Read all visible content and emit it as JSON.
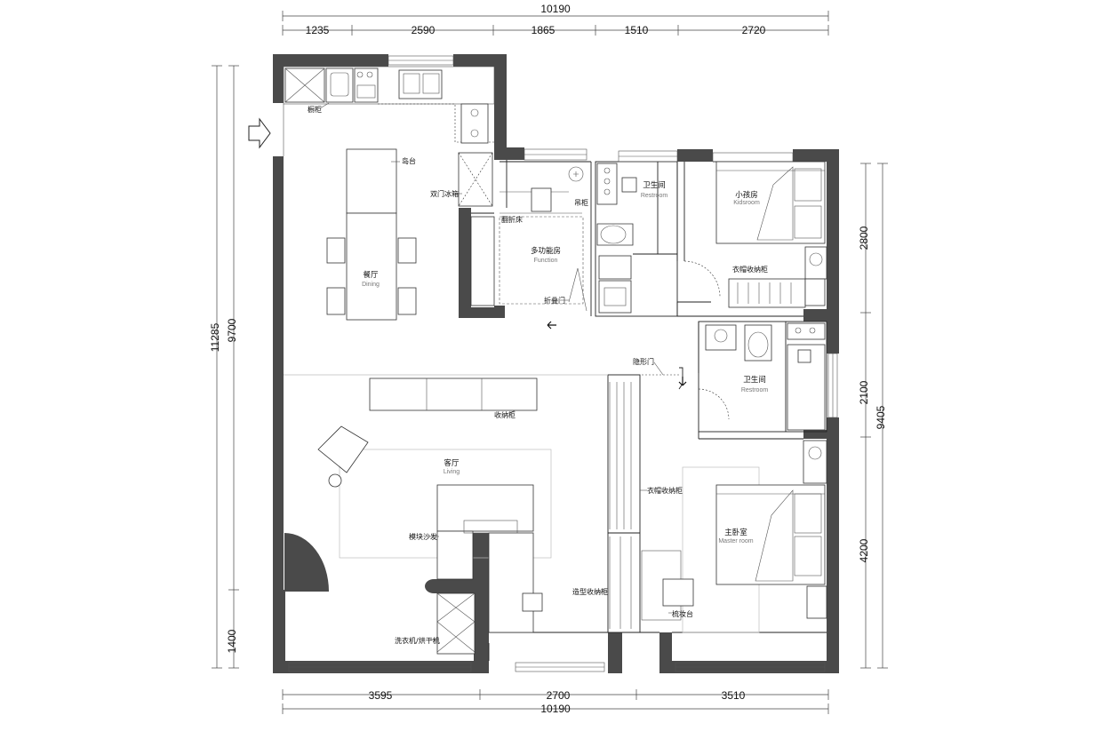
{
  "dimensions": {
    "top_total": "10190",
    "top_segments": [
      "1235",
      "2590",
      "1865",
      "1510",
      "2720"
    ],
    "bottom_segments": [
      "3595",
      "2700",
      "3510"
    ],
    "bottom_total": "10190",
    "left_outer": "11285",
    "left_inner": "9700",
    "left_bottom": "1400",
    "right_segments": [
      "2800",
      "2100",
      "4200"
    ],
    "right_total": "9405"
  },
  "rooms": {
    "dining": {
      "cn": "餐厅",
      "en": "Dining"
    },
    "function_room": {
      "cn": "多功能房",
      "en": "Function"
    },
    "restroom_top": {
      "cn": "卫生间",
      "en": "Restroom"
    },
    "kids_room": {
      "cn": "小孩房",
      "en": "Kidsroom"
    },
    "restroom_master": {
      "cn": "卫生间",
      "en": "Restroom"
    },
    "living": {
      "cn": "客厅",
      "en": "Living"
    },
    "master_room": {
      "cn": "主卧室",
      "en": "Master room"
    }
  },
  "labels": {
    "cabinet": "橱柜",
    "island": "岛台",
    "fridge": "双门冰箱",
    "folding_bed": "翻折床",
    "floor_drain": "吊柜",
    "folding_door": "折叠门",
    "kids_wardrobe": "衣帽收纳柜",
    "hidden_door": "隐形门",
    "storage_cabinet": "收纳柜",
    "master_wardrobe": "衣帽收纳柜",
    "sofa": "模块沙发",
    "entry_cabinet": "造型收纳柜",
    "washer": "洗衣机/烘干机",
    "dresser": "梳妆台"
  }
}
